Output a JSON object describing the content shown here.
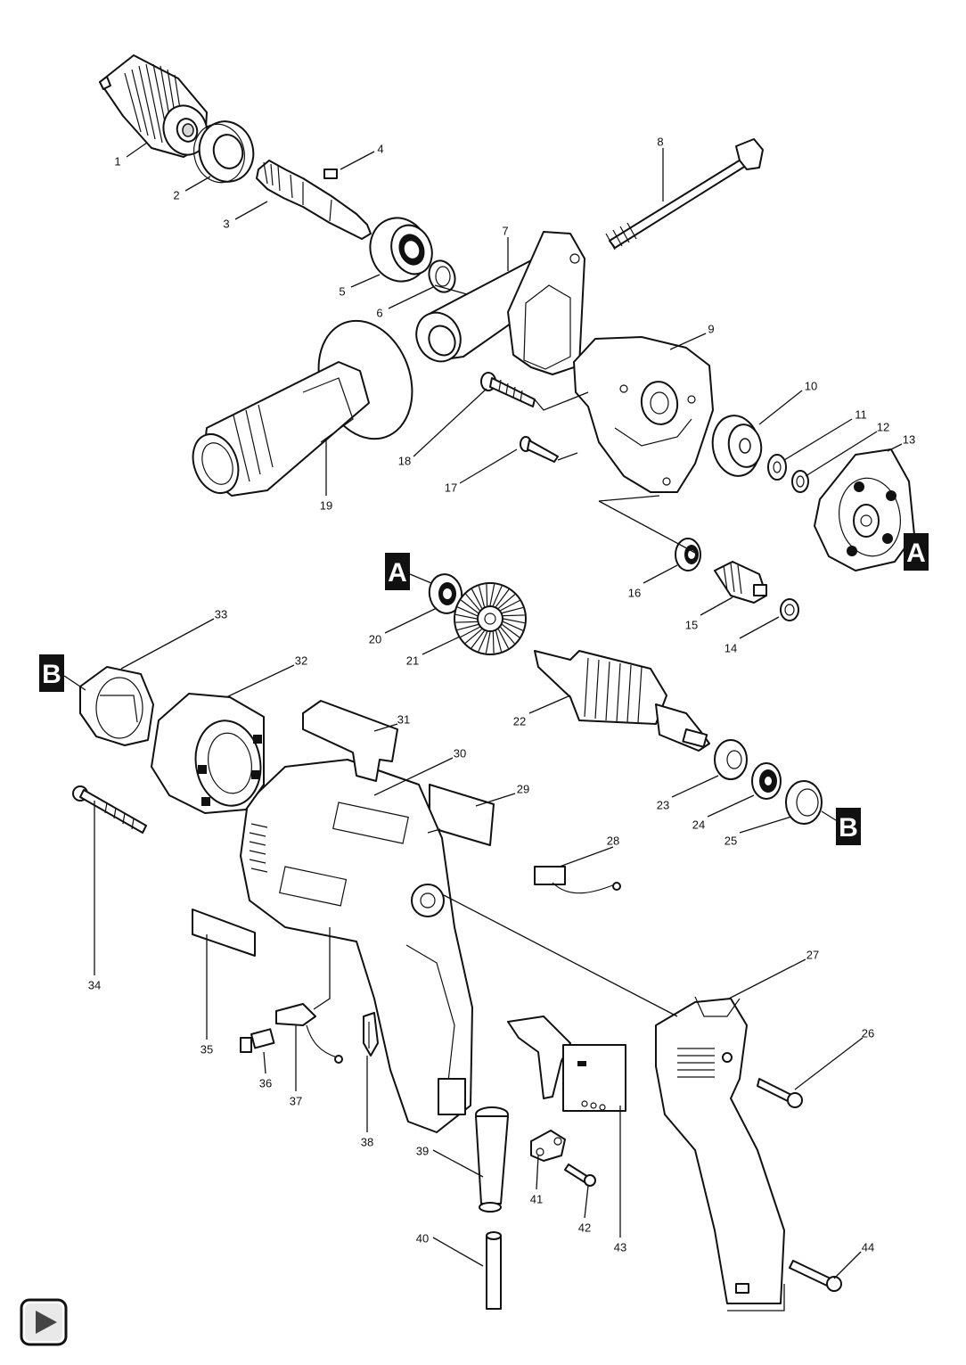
{
  "parts": [
    {
      "id": "part-1",
      "label": "1"
    },
    {
      "id": "part-2",
      "label": "2"
    },
    {
      "id": "part-3",
      "label": "3"
    },
    {
      "id": "part-4",
      "label": "4"
    },
    {
      "id": "part-5",
      "label": "5"
    },
    {
      "id": "part-6",
      "label": "6"
    },
    {
      "id": "part-7",
      "label": "7"
    },
    {
      "id": "part-8",
      "label": "8"
    },
    {
      "id": "part-9",
      "label": "9"
    },
    {
      "id": "part-10",
      "label": "10"
    },
    {
      "id": "part-11",
      "label": "11"
    },
    {
      "id": "part-12",
      "label": "12"
    },
    {
      "id": "part-13",
      "label": "13"
    },
    {
      "id": "part-14",
      "label": "14"
    },
    {
      "id": "part-15",
      "label": "15"
    },
    {
      "id": "part-16",
      "label": "16"
    },
    {
      "id": "part-17",
      "label": "17"
    },
    {
      "id": "part-18",
      "label": "18"
    },
    {
      "id": "part-19",
      "label": "19"
    },
    {
      "id": "part-20",
      "label": "20"
    },
    {
      "id": "part-21",
      "label": "21"
    },
    {
      "id": "part-22",
      "label": "22"
    },
    {
      "id": "part-23",
      "label": "23"
    },
    {
      "id": "part-24",
      "label": "24"
    },
    {
      "id": "part-25",
      "label": "25"
    },
    {
      "id": "part-26",
      "label": "26"
    },
    {
      "id": "part-27",
      "label": "27"
    },
    {
      "id": "part-28",
      "label": "28"
    },
    {
      "id": "part-29",
      "label": "29"
    },
    {
      "id": "part-30",
      "label": "30"
    },
    {
      "id": "part-31",
      "label": "31"
    },
    {
      "id": "part-32",
      "label": "32"
    },
    {
      "id": "part-33",
      "label": "33"
    },
    {
      "id": "part-34",
      "label": "34"
    },
    {
      "id": "part-35",
      "label": "35"
    },
    {
      "id": "part-36",
      "label": "36"
    },
    {
      "id": "part-37",
      "label": "37"
    },
    {
      "id": "part-38",
      "label": "38"
    },
    {
      "id": "part-39",
      "label": "39"
    },
    {
      "id": "part-40",
      "label": "40"
    },
    {
      "id": "part-41",
      "label": "41"
    },
    {
      "id": "part-42",
      "label": "42"
    },
    {
      "id": "part-43",
      "label": "43"
    },
    {
      "id": "part-44",
      "label": "44"
    }
  ],
  "section_markers": {
    "a": "A",
    "b": "B"
  },
  "navigation": {
    "next_icon": "play-triangle-icon"
  }
}
